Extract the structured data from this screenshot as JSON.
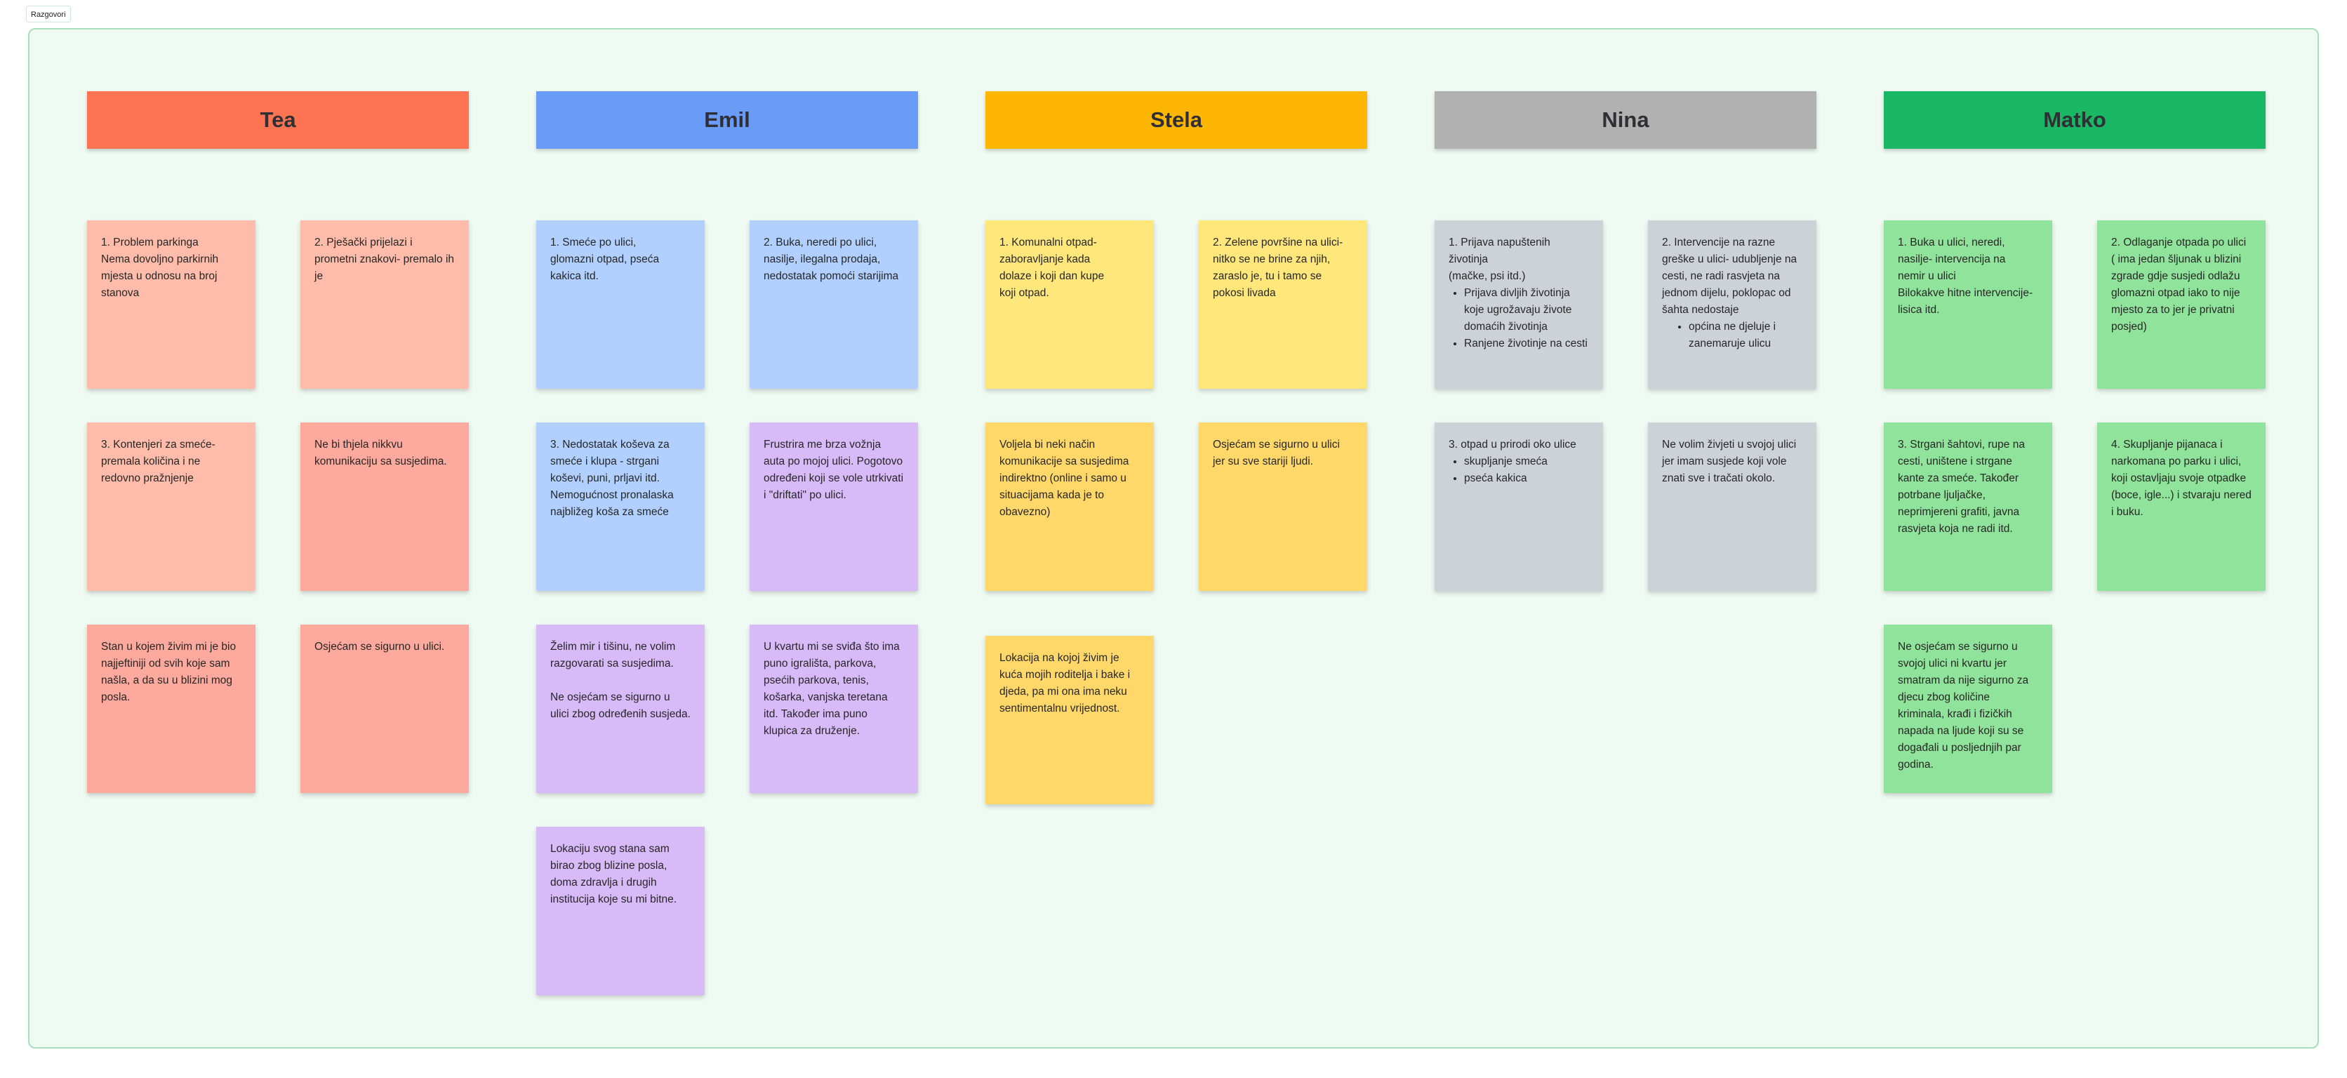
{
  "tab_label": "Razgovori",
  "columns": [
    {
      "name": "Tea",
      "color": "#fd7452"
    },
    {
      "name": "Emil",
      "color": "#6a9cf7"
    },
    {
      "name": "Stela",
      "color": "#fdb602"
    },
    {
      "name": "Nina",
      "color": "#b1b1b1"
    },
    {
      "name": "Matko",
      "color": "#1ab764"
    }
  ],
  "notes": {
    "tea_1": "1.  Problem parkinga\nNema dovoljno parkirnih mjesta u odnosu na broj stanova",
    "tea_2": "2. Pješački prijelazi i prometni znakovi- premalo ih je",
    "tea_3": "3. Kontenjeri za smeće- premala količina i ne redovno pražnjenje",
    "tea_4": "Ne bi thjela nikkvu komunikaciju sa susjedima.",
    "tea_5": "Stan u kojem živim mi je bio najjeftiniji od svih koje sam našla, a da su u blizini mog posla.",
    "tea_6": "Osjećam se sigurno u ulici.",
    "emil_1": "1. Smeće po ulici,\n    glomazni otpad, pseća\n    kakica itd.",
    "emil_2": "2. Buka, neredi po ulici, nasilje, ilegalna prodaja, nedostatak pomoći starijima",
    "emil_3": "3. Nedostatak koševa za smeće i klupa - strgani koševi, puni, prljavi itd. Nemogućnost pronalaska najbližeg koša za smeće",
    "emil_4": "Frustrira me brza vožnja auta po mojoj ulici. Pogotovo određeni koji se vole utrkivati i \"driftati\" po ulici.",
    "emil_5": "Želim mir i tišinu, ne volim razgovarati sa susjedima.\n\nNe osjećam se sigurno u ulici zbog određenih susjeda.",
    "emil_6": "U kvartu mi se sviđa što ima puno igrališta, parkova, psećih parkova, tenis, košarka, vanjska teretana itd. Također ima puno klupica za druženje.",
    "emil_7": "Lokaciju svog stana sam birao zbog blizine posla, doma zdravlja i drugih institucija koje su mi bitne.",
    "stela_1": "1. Komunalni otpad-\n    zaboravljanje kada\n    dolaze i koji dan kupe\n    koji otpad.",
    "stela_2": "2. Zelene površine na ulici- nitko se ne brine za njih, zaraslo je, tu i tamo se pokosi livada",
    "stela_3": "Voljela bi neki način komunikacije sa susjedima indirektno (online i samo u situacijama kada je to obavezno)",
    "stela_4": "Osjećam se sigurno u ulici jer su sve stariji ljudi.",
    "stela_5": "Lokacija na kojoj živim je kuća mojih roditelja i bake i djeda, pa mi ona ima neku sentimentalnu vrijednost.",
    "nina_1_title": "1. Prijava napuštenih\n    životinja\n(mačke, psi itd.)",
    "nina_1_b1": "Prijava divljih životinja koje ugrožavaju živote domaćih životinja",
    "nina_1_b2": "Ranjene životinje na cesti",
    "nina_2_title": "2. Intervencije na razne greške u ulici- udubljenje na cesti, ne radi rasvjeta na jednom dijelu, poklopac od šahta nedostaje",
    "nina_2_b1": "općina ne djeluje i zanemaruje ulicu",
    "nina_3_title": "3. otpad u prirodi oko ulice",
    "nina_3_b1": "skupljanje smeća",
    "nina_3_b2": "pseća kakica",
    "nina_4": "Ne volim živjeti u svojoj ulici jer imam susjede koji vole znati sve i tračati okolo.",
    "matko_1": "1. Buka u ulici, neredi,\n    nasilje- intervencija na\n    nemir u ulici\nBilokakve hitne intervencije- lisica itd.",
    "matko_2": "2.  Odlaganje otpada po ulici ( ima jedan šljunak u blizini zgrade gdje susjedi odlažu glomazni otpad iako to nije mjesto za to jer je privatni posjed)",
    "matko_3": "3. Strgani šahtovi, rupe na cesti, uništene i strgane kante za smeće. Također potrbane ljuljačke, neprimjereni grafiti, javna rasvjeta koja ne radi itd.",
    "matko_4": "4. Skupljanje pijanaca i narkomana po parku i ulici, koji ostavljaju svoje otpadke (boce, igle...) i stvaraju nered i buku.",
    "matko_5": "Ne osjećam se sigurno u svojoj ulici ni kvartu jer smatram da nije sigurno za djecu zbog količine kriminala, krađi i fizičkih napada na ljude koji su se događali u posljednjih par godina."
  }
}
